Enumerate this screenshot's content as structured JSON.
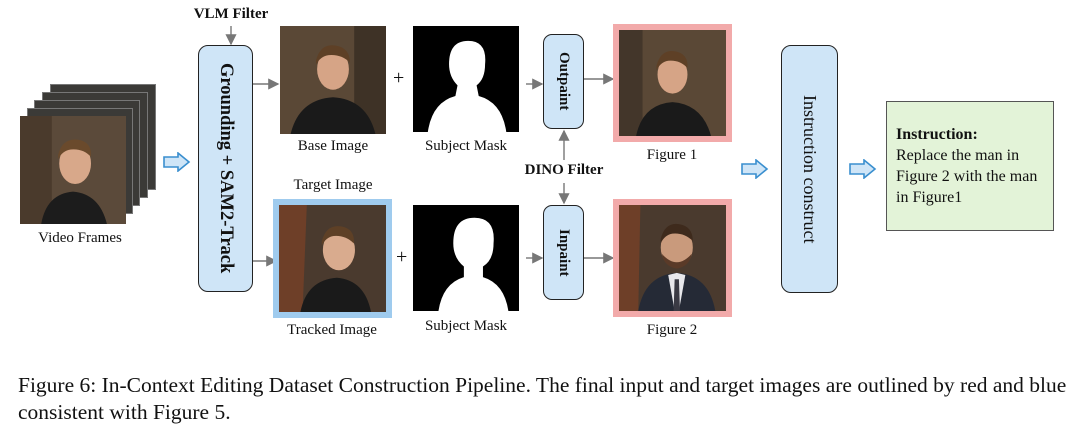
{
  "filters": {
    "vlm": "VLM Filter",
    "dino": "DINO Filter"
  },
  "stages": {
    "grounding": "Grounding + SAM2-Track",
    "outpaint": "Outpaint",
    "inpaint": "Inpaint",
    "instruction_construct": "Instruction construct"
  },
  "labels": {
    "video_frames": "Video Frames",
    "base_image": "Base Image",
    "subject_mask_top": "Subject Mask",
    "target_image": "Target Image",
    "tracked_image": "Tracked Image",
    "subject_mask_bottom": "Subject Mask",
    "figure1": "Figure 1",
    "figure2": "Figure 2",
    "plus": "+"
  },
  "instruction": {
    "heading": "Instruction:",
    "body": "Replace the man in Figure 2 with the man in Figure1"
  },
  "caption": "Figure 6: In-Context Editing Dataset Construction Pipeline. The final input and target images are outlined by red and blue consistent with Figure  5.",
  "colors": {
    "stage_fill": "#cfe5f7",
    "arrow_blue": "#5aaee0",
    "red_outline": "#f2aaaa",
    "blue_outline": "#9fcbee",
    "instruction_fill": "#e3f3d8"
  },
  "icons": [
    "man-photo",
    "subject-mask-silhouette",
    "man-in-suit-photo",
    "arrow-right-icon",
    "block-arrow-right-icon"
  ]
}
